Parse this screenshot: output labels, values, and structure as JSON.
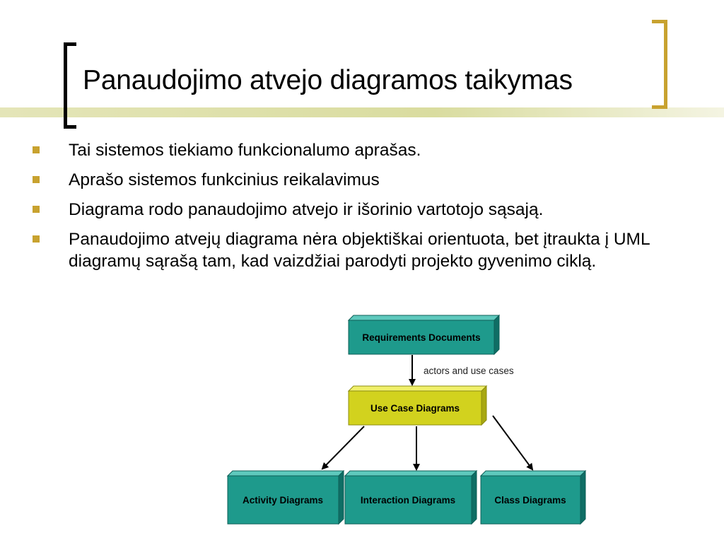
{
  "slide": {
    "title": "Panaudojimo atvejo diagramos taikymas",
    "bullets": [
      "Tai sistemos tiekiamo funkcionalumo aprašas.",
      "Aprašo sistemos funkcinius reikalavimus",
      "Diagrama rodo panaudojimo atvejo ir išorinio vartotojo sąsają.",
      "Panaudojimo atvejų diagrama nėra objektiškai orientuota, bet įtraukta į UML diagramų sąrašą tam, kad vaizdžiai parodyti projekto gyvenimo ciklą."
    ]
  },
  "diagram": {
    "nodes": {
      "requirements": "Requirements Documents",
      "use_case": "Use Case Diagrams",
      "activity": "Activity Diagrams",
      "interaction": "Interaction Diagrams",
      "class": "Class Diagrams"
    },
    "edge_label": "actors and use cases"
  },
  "colors": {
    "accent": "#c8a22f",
    "teal": "#1e9a8c",
    "yellow": "#d2d21e",
    "stripe": "#d9dc9f"
  }
}
